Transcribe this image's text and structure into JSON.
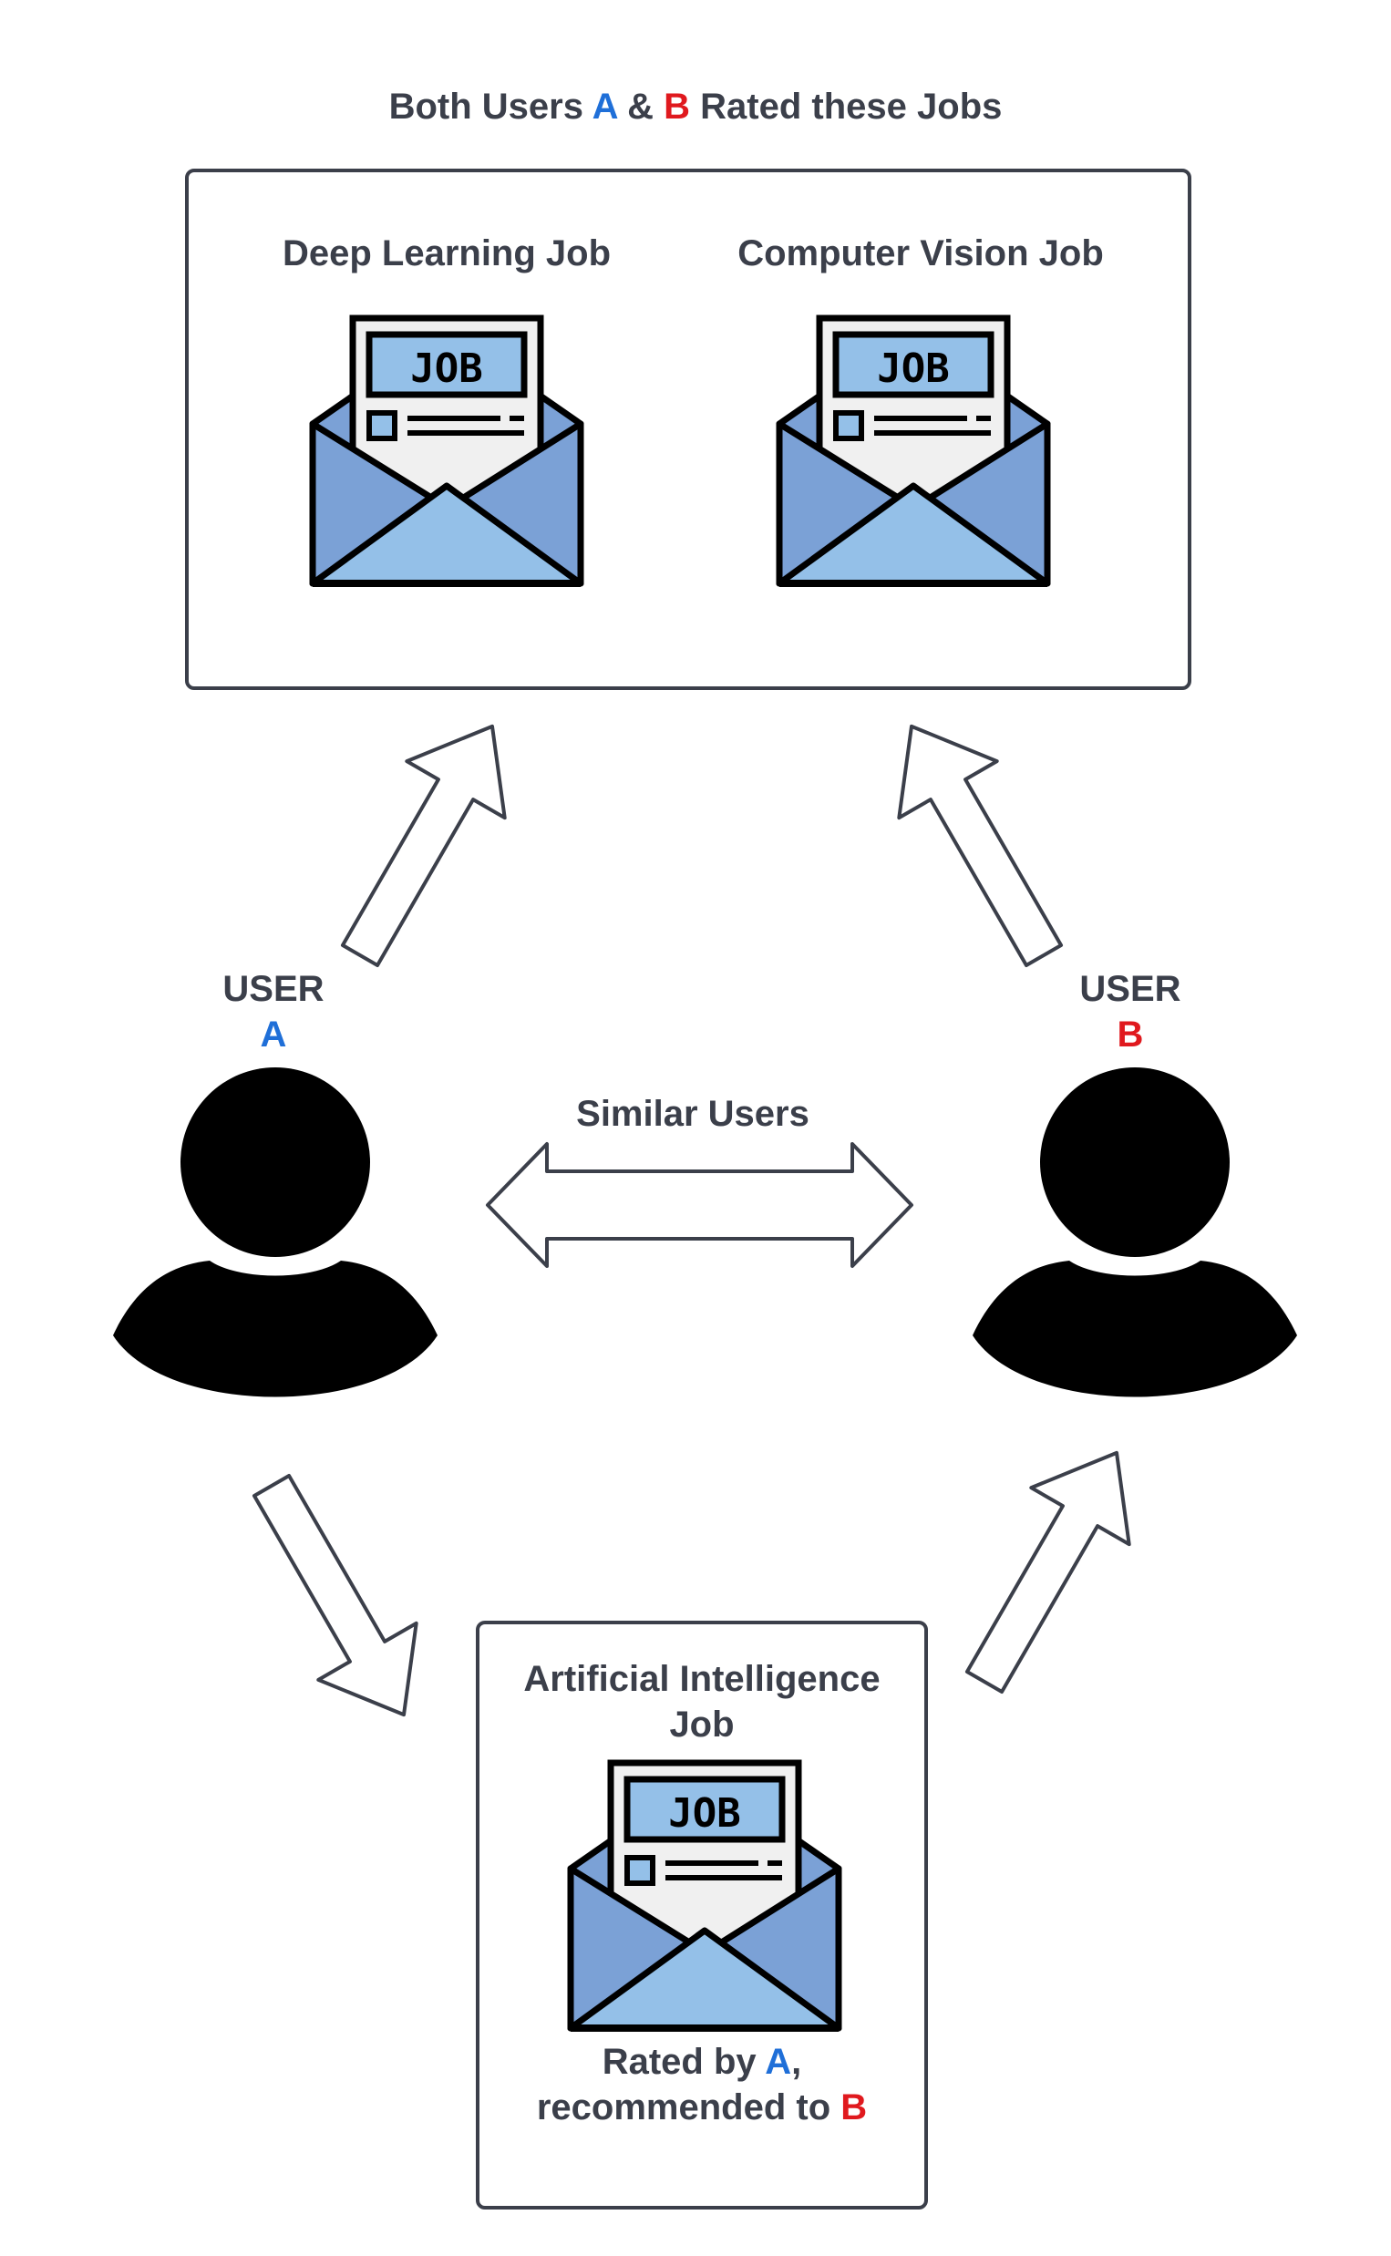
{
  "title": {
    "prefix": "Both Users ",
    "user_a": "A",
    "amp": " & ",
    "user_b": "B",
    "suffix": " Rated these Jobs"
  },
  "shared_jobs": [
    {
      "label": "Deep Learning Job",
      "icon_text": "JOB"
    },
    {
      "label": "Computer Vision Job",
      "icon_text": "JOB"
    }
  ],
  "user_a": {
    "label": "USER",
    "letter": "A"
  },
  "user_b": {
    "label": "USER",
    "letter": "B"
  },
  "similar_label": "Similar Users",
  "recommended_job": {
    "label_line1": "Artificial Intelligence",
    "label_line2": "Job",
    "icon_text": "JOB",
    "rated_by": "Rated by ",
    "rated_by_letter": "A",
    "rated_comma": ",",
    "recommended_to": "recommended to ",
    "recommended_to_letter": "B"
  },
  "colors": {
    "user_a": "#1f6fd8",
    "user_b": "#e0191e",
    "text": "#3b3f4a",
    "envelope_dark": "#7ba1d6",
    "envelope_light": "#94c0e8",
    "paper": "#f0f0f0"
  }
}
